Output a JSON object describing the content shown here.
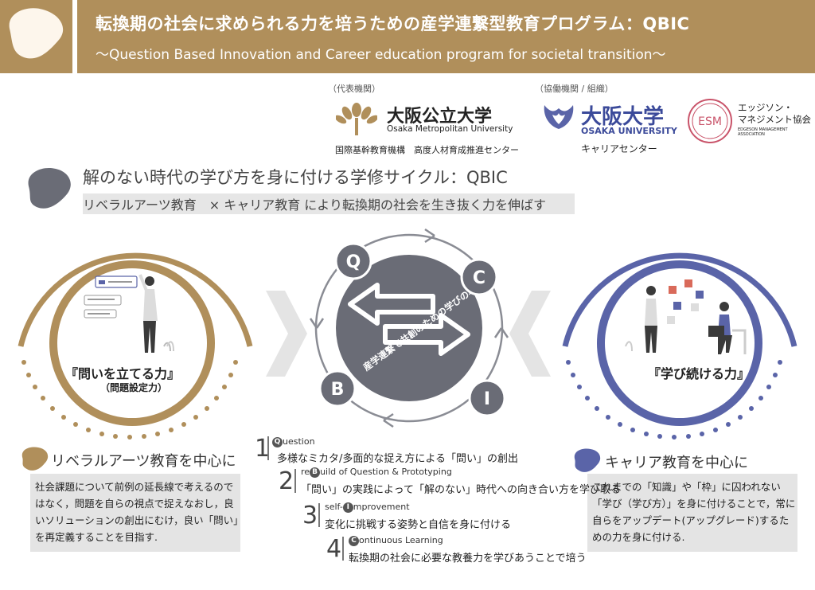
{
  "header": {
    "title": "転換期の社会に求められる力を培うための産学連繋型教育プログラム：QBIC",
    "subtitle": "〜Question Based Innovation and Career education program for societal transition〜"
  },
  "orgs": {
    "lead_label": "（代表機関）",
    "partner_label": "（協働機関 / 組織）",
    "omu_name": "大阪公立大学",
    "omu_en": "Osaka Metropolitan University",
    "omu_dept": "国際基幹教育機構　高度人材育成推進センター",
    "ou_name": "大阪大学",
    "ou_en": "OSAKA UNIVERSITY",
    "ou_dept": "キャリアセンター",
    "esm_name_1": "エッジソン・",
    "esm_name_2": "マネジメント協会",
    "esm_logo": "ESM",
    "esm_en": "EDGESON MANAGEMENT ASSOCIATION"
  },
  "section": {
    "title": "解のない時代の学び方を身に付ける学修サイクル：QBIC",
    "subtitle": "リベラルアーツ教育　× キャリア教育 により転換期の社会を生き抜く力を伸ばす"
  },
  "left_circle": {
    "caption": "『問いを立てる力』",
    "sub": "（問題設定力）"
  },
  "right_circle": {
    "caption": "『学び続ける力』"
  },
  "cycle": {
    "q": "Q",
    "c": "C",
    "b": "B",
    "i": "I",
    "center_text": "産学連繋で共創のための学びの場を形成"
  },
  "left_panel": {
    "title": "リベラルアーツ教育を中心に",
    "text": "社会課題について前例の延長線で考えるのではなく，問題を自らの視点で捉えなおし，良いソリューションの創出にむけ，良い「問い」を再定義することを目指す."
  },
  "right_panel": {
    "title": "キャリア教育を中心に",
    "text": "これまでの「知識」や「枠」に囚われない「学び（学び方）」を身に付けることで，常に自らをアップデート(アップグレード)するための力を身に付ける."
  },
  "steps": [
    {
      "num": "1",
      "bubble": "Q",
      "head_pre": "",
      "head": "uestion",
      "text": "多様なミカタ/多面的な捉え方による「問い」の創出"
    },
    {
      "num": "2",
      "bubble": "B",
      "head_pre": "re",
      "head": "uild of Question & Prototyping",
      "text": "「問い」の実践によって「解のない」時代への向き合い方を学び取る"
    },
    {
      "num": "3",
      "bubble": "I",
      "head_pre": "self-",
      "head": "mprovement",
      "text": "変化に挑戦する姿勢と自信を身に付ける"
    },
    {
      "num": "4",
      "bubble": "C",
      "head_pre": "",
      "head": "ontinuous Learning",
      "text": "転換期の社会に必要な教養力を学びあうことで培う"
    }
  ],
  "colors": {
    "gold": "#b08f5b",
    "navy": "#5a64a8",
    "gray": "#6a6c76"
  }
}
